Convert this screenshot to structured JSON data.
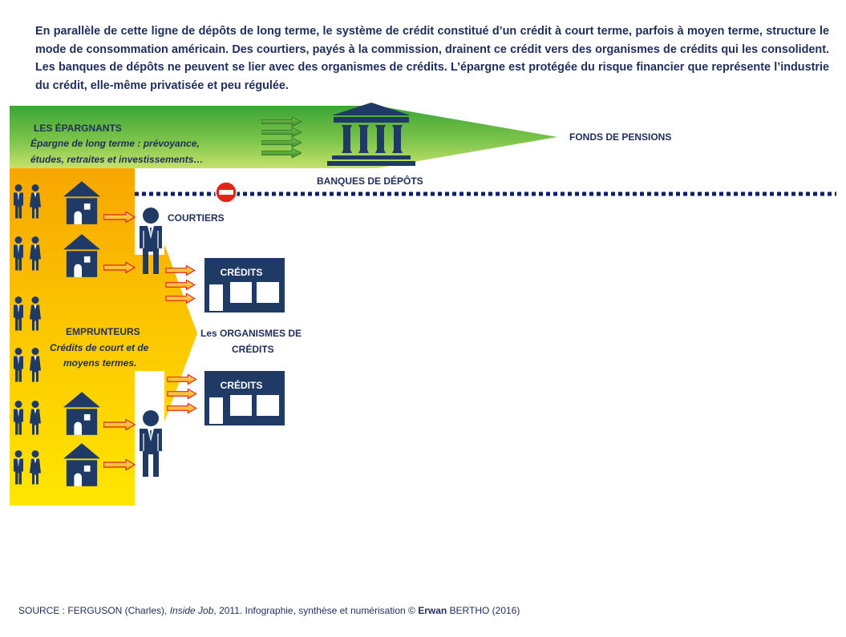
{
  "intro_text": "En parallèle de cette ligne de dépôts de long terme, le système de crédit constitué d’un crédit à court terme, parfois à moyen terme, structure le mode de consommation américain. Des courtiers, payés à la commission, drainent ce crédit vers des organismes de crédits qui les consolident. Les banques de dépôts ne peuvent se lier avec des organismes de crédits. L’épargne est protégée du risque financier que représente l’industrie du crédit, elle-même privatisée et peu régulée.",
  "savers": {
    "title": "LES ÉPARGNANTS",
    "line1": "Épargne de long terme : prévoyance,",
    "line2": "études, retraites et investissements…"
  },
  "pension_funds_label": "FONDS DE PENSIONS",
  "deposit_banks_label": "BANQUES DE DÉPÔTS",
  "brokers_label": "COURTIERS",
  "borrowers": {
    "title": "EMPRUNTEURS",
    "line1": "Crédits de court et de",
    "line2": "moyens termes."
  },
  "credit_box_label": "CRÉDITS",
  "credit_orgs": {
    "line1": "Les ORGANISMES DE",
    "line2": "CRÉDITS"
  },
  "source": {
    "prefix": "SOURCE : FERGUSON (Charles), ",
    "work": "Inside Job",
    "middle": ", 2011. Infographie, synthèse et numérisation © ",
    "author_first": "Erwan",
    "author_last": " BERTHO (2016)"
  },
  "colors": {
    "navy": "#1f3a64",
    "green_dark": "#3aa535",
    "green_light": "#c6e26a",
    "orange": "#f7a600",
    "yellow": "#ffe600",
    "dotted_line": "#0b1f6b",
    "no_entry": "#e2231a"
  },
  "icons": [
    "person-pair-icon",
    "house-icon",
    "arrow-right-icon",
    "broker-icon",
    "bank-icon",
    "credit-building-icon",
    "no-entry-icon"
  ]
}
